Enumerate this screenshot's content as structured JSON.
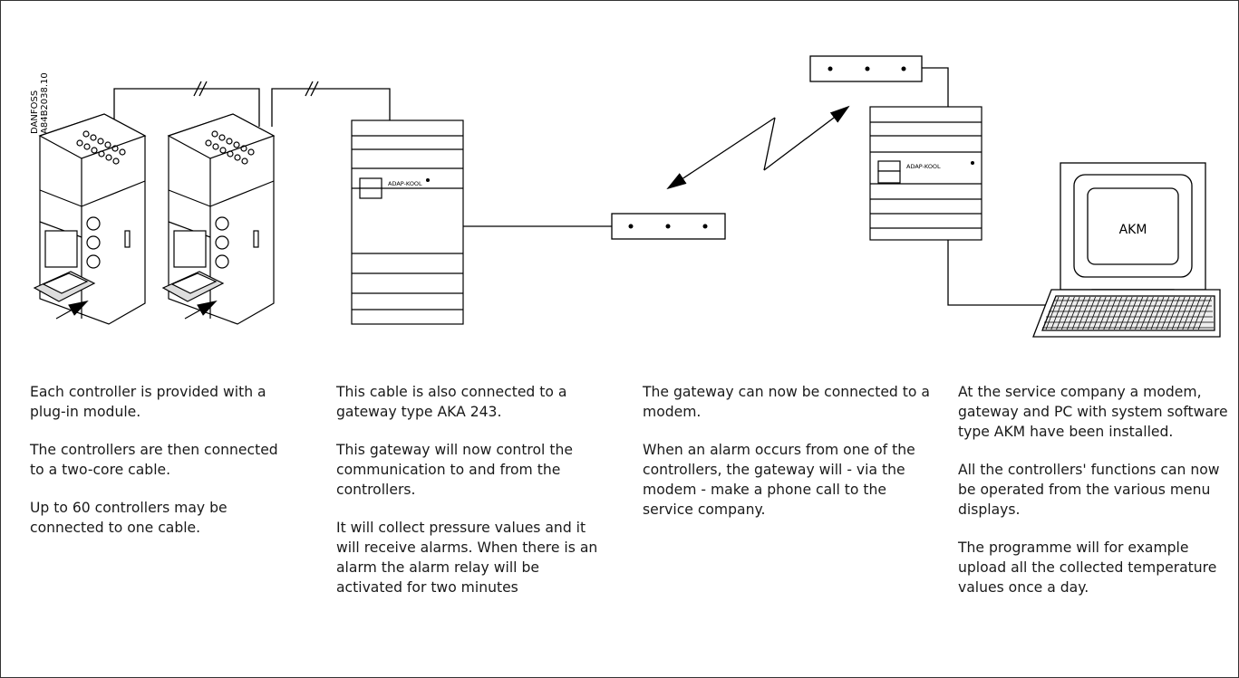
{
  "diagram": {
    "reference_code_line1": "DANFOSS",
    "reference_code_line2": "A84B2038.10",
    "gateway_label_left": "ADAP-KOOL",
    "gateway_label_right": "ADAP-KOOL",
    "monitor_label": "AKM"
  },
  "columns": [
    {
      "paragraphs": [
        "Each controller is provided with a plug-in module.",
        "The controllers are then connected to a two-core cable.",
        "Up to 60 controllers may be connected to one cable."
      ]
    },
    {
      "paragraphs": [
        "This cable is also connected to a gateway type AKA 243.",
        "This gateway will now control the communication to and from the controllers.",
        "It will collect pressure values and it will receive alarms. When there is an alarm the alarm relay will be activated for two minutes"
      ]
    },
    {
      "paragraphs": [
        "The gateway can now be connected to a modem.",
        "When an alarm occurs from one of the controllers, the gateway will - via the modem - make a phone call to the service company."
      ]
    },
    {
      "paragraphs": [
        "At the service company a modem, gateway and PC with system software type AKM have been installed.",
        "All the controllers' functions can now be operated from the various menu displays.",
        "The programme will for example upload all the collected temperature values once a day."
      ]
    }
  ]
}
